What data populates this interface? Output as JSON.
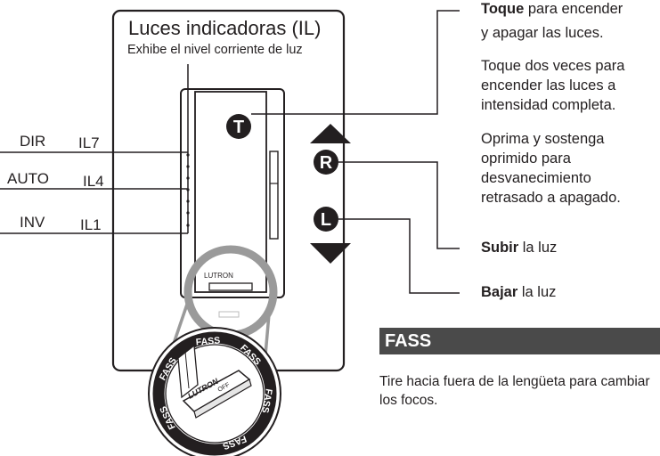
{
  "header": {
    "title": "Luces indicadoras (IL)",
    "subtitle": "Exhibe el nivel corriente de luz"
  },
  "modes": [
    {
      "mode": "DIR",
      "indicator": "IL7"
    },
    {
      "mode": "AUTO",
      "indicator": "IL4"
    },
    {
      "mode": "INV",
      "indicator": "IL1"
    }
  ],
  "buttons": {
    "tap": "T",
    "raise": "R",
    "lower": "L"
  },
  "device": {
    "brand_label": "LUTRON",
    "zoom_brand": "LUTRON",
    "zoom_off": "OFF",
    "ring_word": "FASS"
  },
  "callouts": {
    "tap_bold": "Toque",
    "tap_text": " para encender",
    "tap_line2": "y apagar las luces.",
    "double_tap": [
      "Toque dos veces para",
      "encender las luces a",
      "intensidad completa."
    ],
    "hold": [
      "Oprima y sostenga",
      "oprimido para",
      "desvanecimiento",
      "retrasado a apagado."
    ],
    "raise_bold": "Subir",
    "raise_text": " la luz",
    "lower_bold": "Bajar",
    "lower_text": " la luz"
  },
  "fass": {
    "title": "FASS",
    "description": "Tire hacia fuera de la lengüeta para cambiar los focos."
  },
  "colors": {
    "ink": "#231f20",
    "badge": "#231f20",
    "ring_gray": "#9a9a9a",
    "fass_header_bg": "#4a4a4a"
  }
}
